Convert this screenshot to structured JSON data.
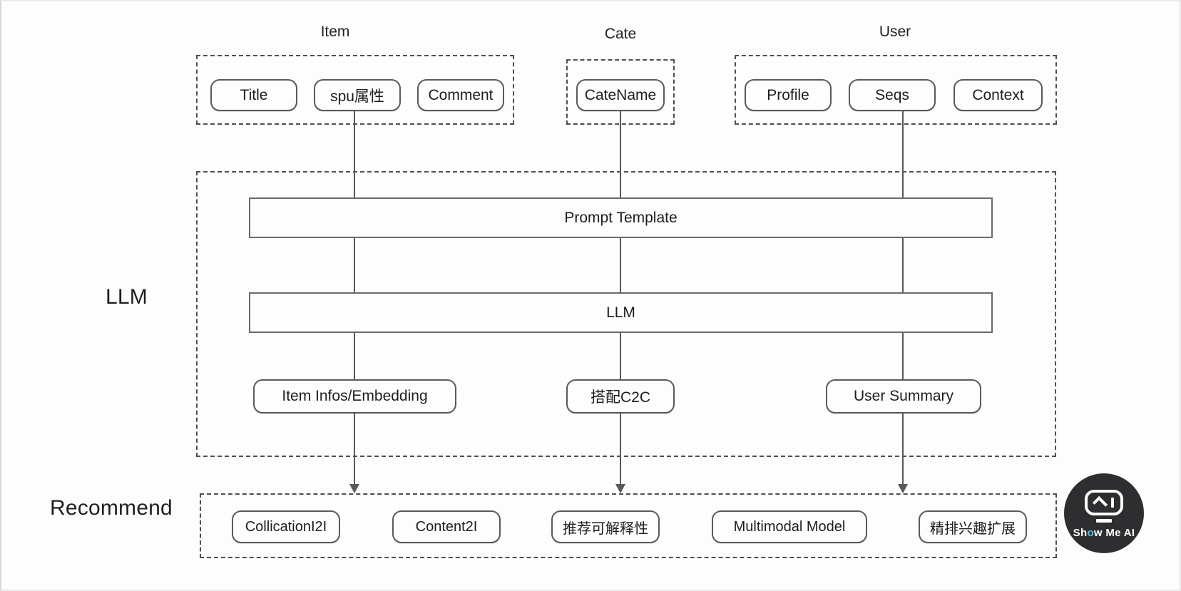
{
  "diagram": {
    "title_groups": [
      {
        "key": "item",
        "caption": "Item"
      },
      {
        "key": "cate",
        "caption": "Cate"
      },
      {
        "key": "user",
        "caption": "User"
      }
    ],
    "input_groups": {
      "item": {
        "caption": "Item",
        "nodes": [
          "Title",
          "spu属性",
          "Comment"
        ]
      },
      "cate": {
        "caption": "Cate",
        "nodes": [
          "CateName"
        ]
      },
      "user": {
        "caption": "User",
        "nodes": [
          "Profile",
          "Seqs",
          "Context"
        ]
      }
    },
    "llm_section": {
      "label": "LLM",
      "bars": [
        "Prompt Template",
        "LLM"
      ],
      "outputs": [
        "Item Infos/Embedding",
        "搭配C2C",
        "User Summary"
      ]
    },
    "recommend_section": {
      "label": "Recommend",
      "nodes": [
        "CollicationI2I",
        "Content2I",
        "推荐可解释性",
        "Multimodal Model",
        "精排兴趣扩展"
      ]
    },
    "watermark": {
      "text_before": "Sh",
      "text_dot": "o",
      "text_after": "w Me AI",
      "icon": "robot-head-icon"
    },
    "colors": {
      "stroke": "#5a5a5a",
      "dashed_stroke": "#4f4f4f",
      "text": "#1d1d1d",
      "background": "#fdfdfd",
      "watermark_bg": "#2e2e30",
      "watermark_accent": "#4ec8e0"
    }
  }
}
